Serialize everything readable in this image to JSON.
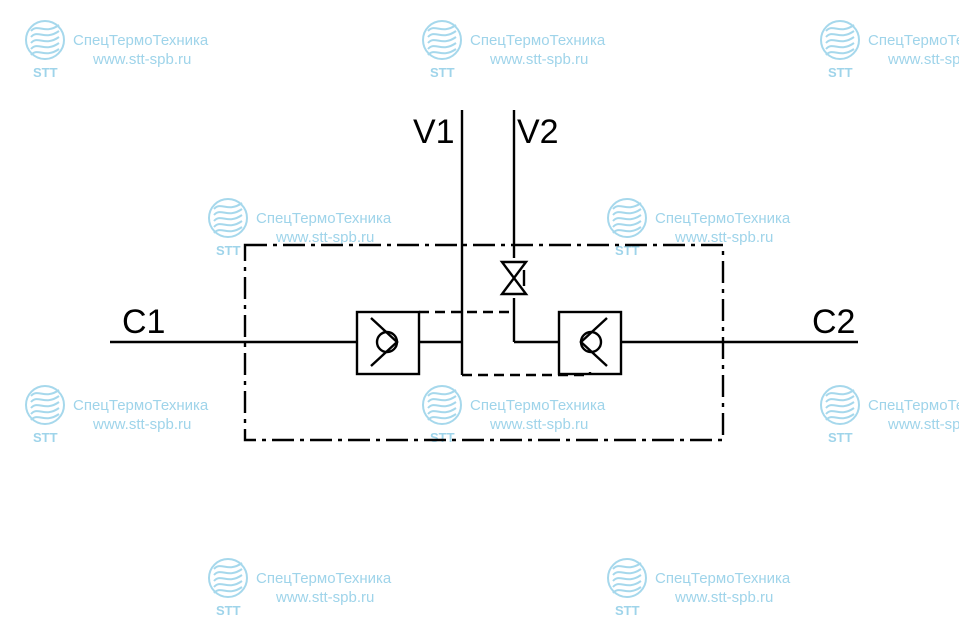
{
  "watermark": {
    "company": "СпецТермоТехника",
    "url": "www.stt-spb.ru",
    "logo_text": "STT"
  },
  "ports": {
    "v1": "V1",
    "v2": "V2",
    "c1": "C1",
    "c2": "C2"
  },
  "colors": {
    "watermark": "#9fd4ea",
    "lines": "#000000",
    "background": "#ffffff"
  }
}
